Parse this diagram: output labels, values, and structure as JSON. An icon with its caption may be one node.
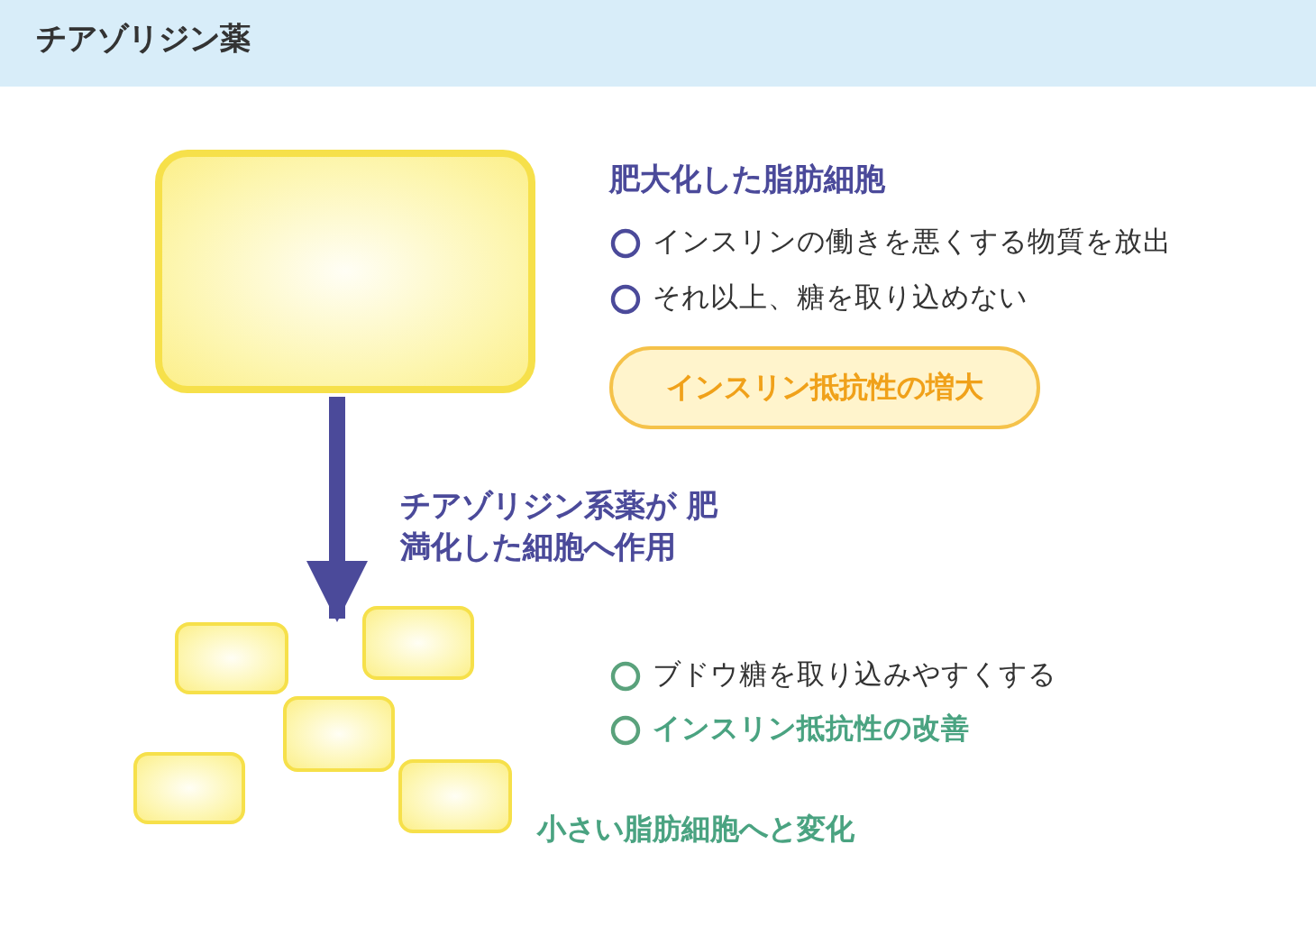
{
  "diagram": {
    "title": "チアゾリジン薬",
    "nodes": [
      {
        "text": [],
        "shape": "box"
      },
      {
        "text": [
          "インスリン抵抗性の増大"
        ]
      },
      {
        "text": [],
        "shape": "box"
      },
      {
        "text": [],
        "shape": "box"
      },
      {
        "text": [],
        "shape": "box"
      },
      {
        "text": [],
        "shape": "box"
      },
      {
        "text": [],
        "shape": "box"
      }
    ],
    "edges": [
      {
        "from": 0,
        "to": 3,
        "arrow": "to",
        "label": "チアゾリジン系薬が 肥満化した細胞へ作用"
      }
    ],
    "labels": [
      "肥大化した脂肪細胞",
      "インスリンの働きを悪くする物質を放出",
      "それ以上、糖を取り込めない",
      "ブドウ糖を取り込みやすくする",
      "インスリン抵抗性の改善",
      "小さい脂肪細胞へと変化"
    ]
  }
}
